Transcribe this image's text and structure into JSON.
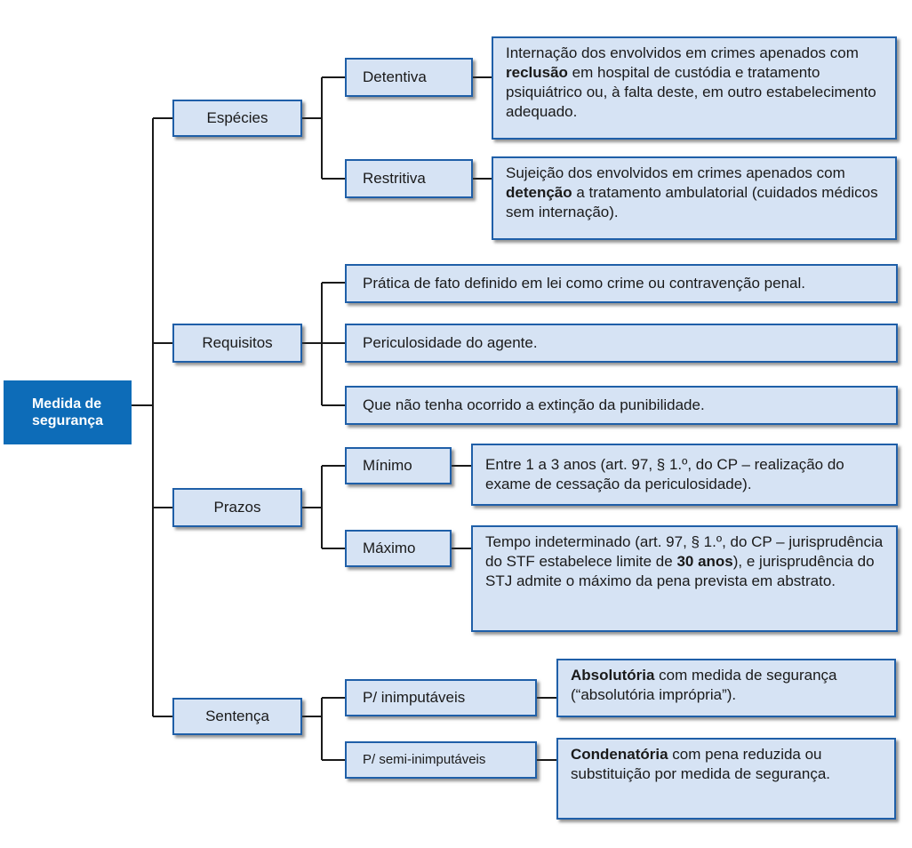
{
  "root": {
    "line1": "Medida de",
    "line2": "segurança"
  },
  "categories": {
    "especies": "Espécies",
    "requisitos": "Requisitos",
    "prazos": "Prazos",
    "sentenca": "Sentença"
  },
  "especies": {
    "detentiva": {
      "label": "Detentiva",
      "desc_1": "Internação dos envolvidos em crimes apenados com ",
      "desc_bold": "reclusão",
      "desc_2": " em hospital de custódia e tratamento psiquiátrico ou, à falta deste, em outro estabelecimento adequado."
    },
    "restritiva": {
      "label": "Restritiva",
      "desc_1": "Sujeição dos envolvidos em crimes apenados com ",
      "desc_bold": "detenção",
      "desc_2": " a tratamento ambulatorial (cuidados médicos sem internação)."
    }
  },
  "requisitos": {
    "items": [
      "Prática de fato definido em lei como crime ou contravenção penal.",
      "Periculosidade do agente.",
      "Que não tenha ocorrido a extinção da punibilidade."
    ]
  },
  "prazos": {
    "minimo": {
      "label": "Mínimo",
      "desc": "Entre 1 a 3 anos (art. 97, § 1.º, do CP – realização do exame de cessação da periculosidade)."
    },
    "maximo": {
      "label": "Máximo",
      "desc_1": "Tempo indeterminado (art. 97, § 1.º, do CP – jurisprudência do STF estabelece limite de ",
      "desc_bold": "30 anos",
      "desc_2": "), e jurisprudência do STJ admite o máximo da pena prevista em abstrato."
    }
  },
  "sentenca": {
    "inimputaveis": {
      "label": "P/ inimputáveis",
      "desc_bold": "Absolutória",
      "desc_2": " com medida de segurança (“absolutória imprópria”)."
    },
    "semi": {
      "label": "P/ semi-inimputáveis",
      "desc_bold": "Condenatória",
      "desc_2": " com pena reduzida ou substituição por medida de segurança."
    }
  },
  "colors": {
    "box_fill": "#d6e3f4",
    "box_border": "#1f5fa8",
    "root_fill": "#0d6cb8",
    "line": "#1a1a1a"
  }
}
